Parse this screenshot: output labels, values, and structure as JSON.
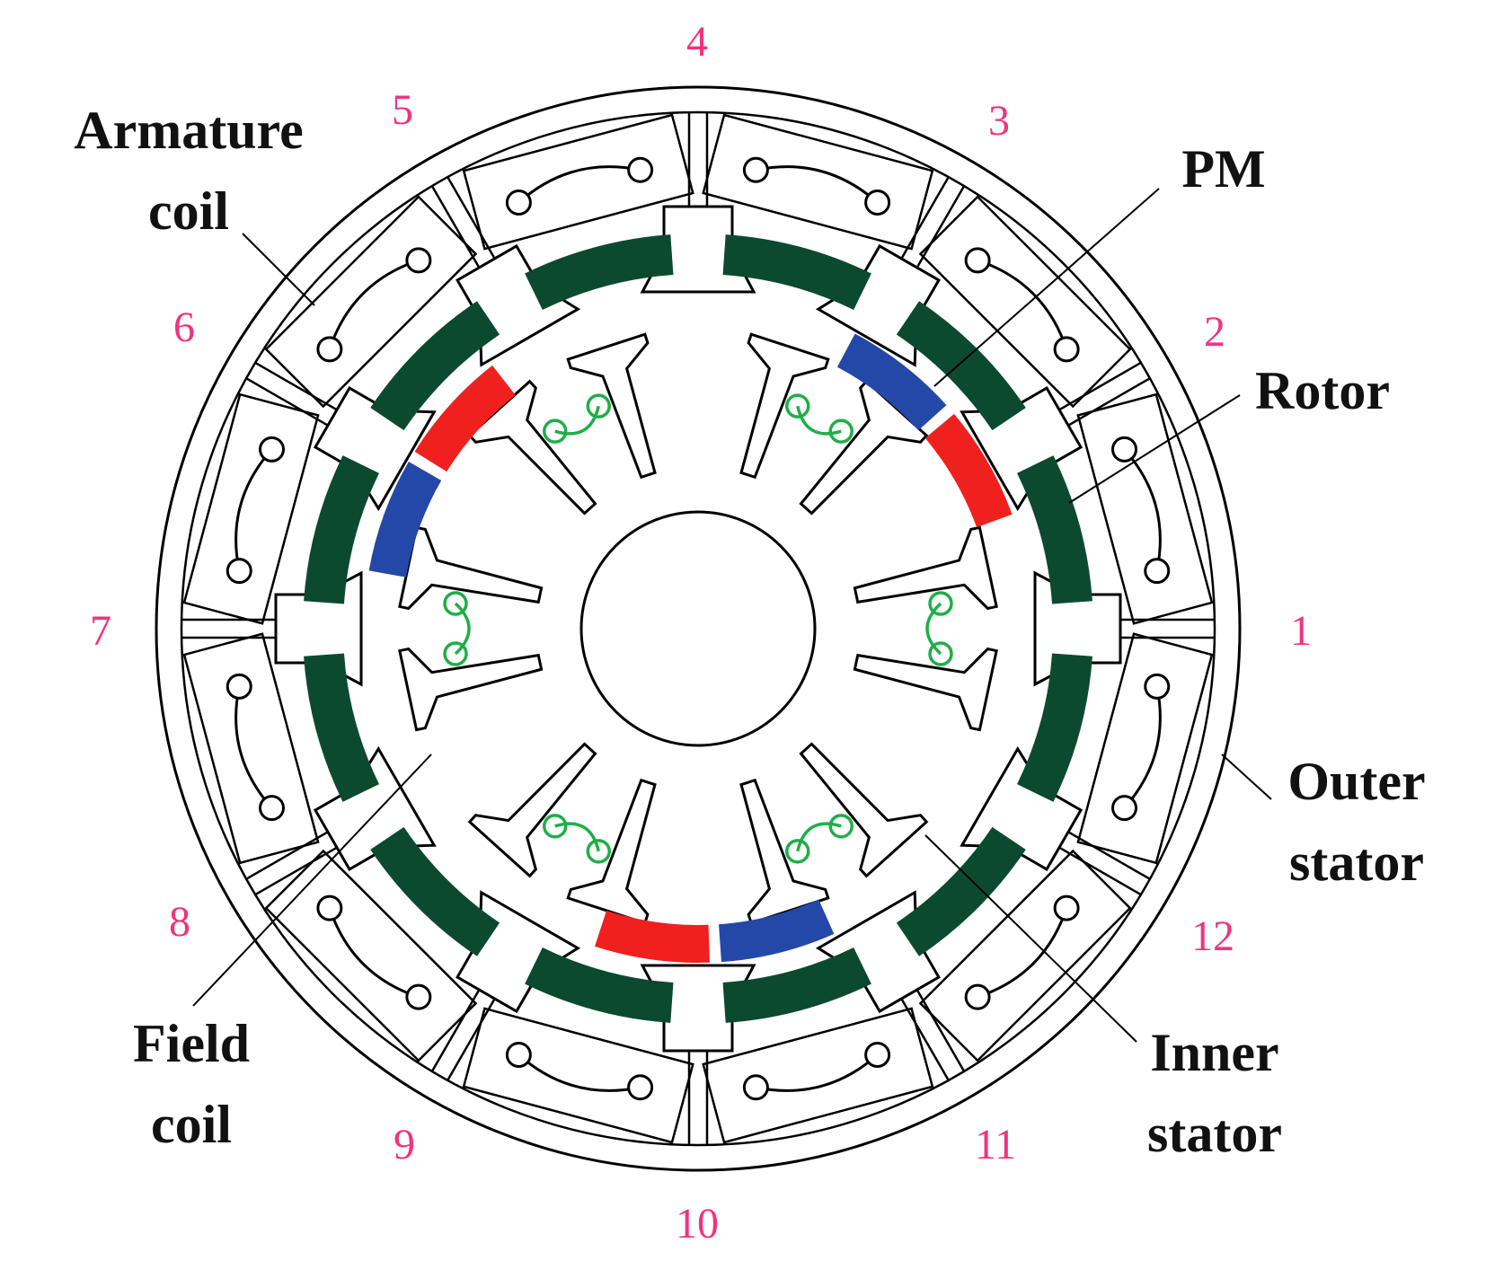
{
  "labels": {
    "armature_1": "Armature",
    "armature_2": "coil",
    "pm": "PM",
    "rotor": "Rotor",
    "outer_1": "Outer",
    "outer_2": "stator",
    "inner_1": "Inner",
    "inner_2": "stator",
    "field_1": "Field",
    "field_2": "coil"
  },
  "slot_numbers": [
    "1",
    "2",
    "3",
    "4",
    "5",
    "6",
    "7",
    "8",
    "9",
    "10",
    "11",
    "12"
  ],
  "colors": {
    "rotor_segment": "#0c4a30",
    "pm_red": "#f0201e",
    "pm_blue": "#2448a8",
    "field_coil": "#1fae48",
    "armature_coil": "#000000",
    "slot_number": "#f0337f",
    "outline": "#000000"
  },
  "pm_polarity": [
    "red",
    "blue",
    "red",
    "blue",
    "red",
    "blue"
  ]
}
